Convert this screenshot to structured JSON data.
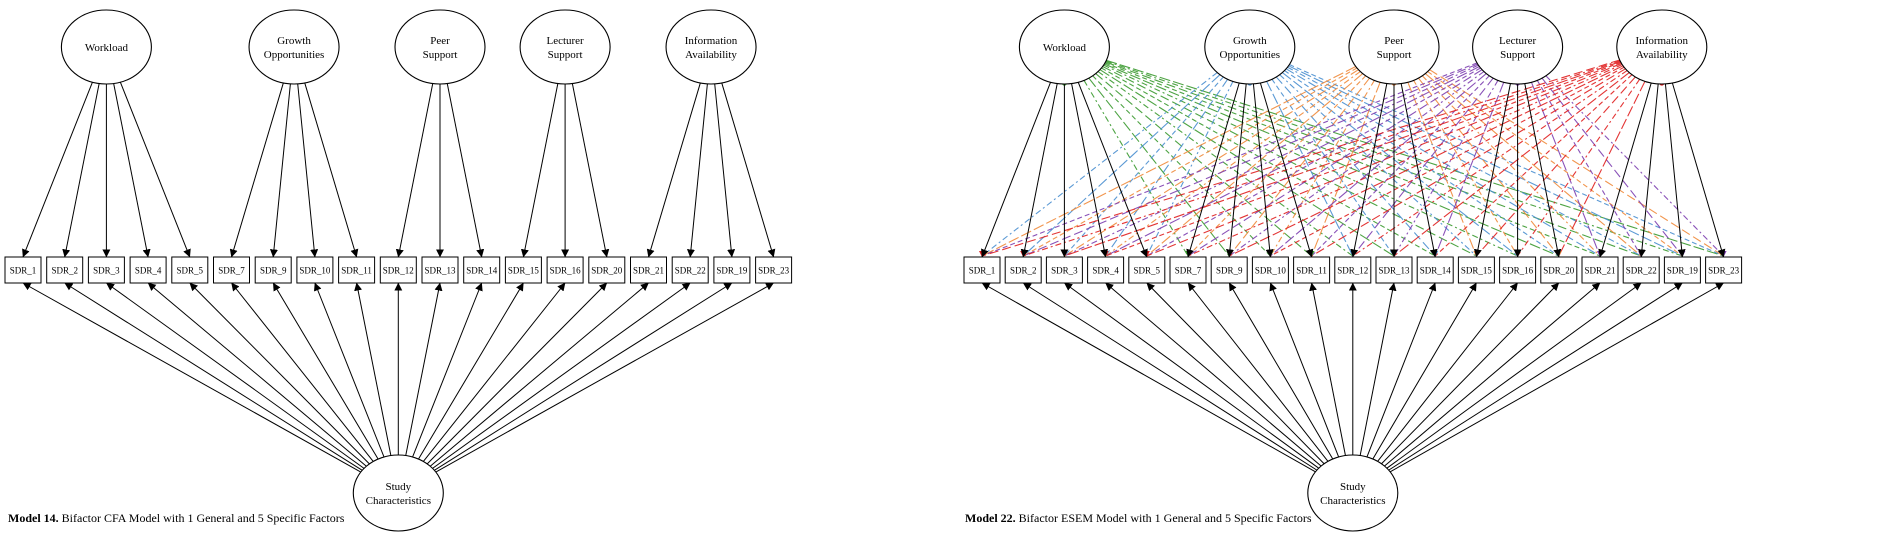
{
  "colors": {
    "workload": "#3a9a2f",
    "growth": "#4a8fd0",
    "peer": "#f08a3a",
    "lecturer": "#7d3fb0",
    "information": "#e02020",
    "cross_extra": "#f2b46a"
  },
  "specific_factors": [
    {
      "key": "workload",
      "lines": [
        "Workload"
      ]
    },
    {
      "key": "growth",
      "lines": [
        "Growth",
        "Opportunities"
      ]
    },
    {
      "key": "peer",
      "lines": [
        "Peer",
        "Support"
      ]
    },
    {
      "key": "lecturer",
      "lines": [
        "Lecturer",
        "Support"
      ]
    },
    {
      "key": "information",
      "lines": [
        "Information",
        "Availability"
      ]
    }
  ],
  "general_factor": {
    "lines": [
      "Study",
      "Characteristics"
    ]
  },
  "indicators": [
    {
      "label": "SDR_1",
      "factor": 0
    },
    {
      "label": "SDR_2",
      "factor": 0
    },
    {
      "label": "SDR_3",
      "factor": 0
    },
    {
      "label": "SDR_4",
      "factor": 0
    },
    {
      "label": "SDR_5",
      "factor": 0
    },
    {
      "label": "SDR_7",
      "factor": 1
    },
    {
      "label": "SDR_9",
      "factor": 1
    },
    {
      "label": "SDR_10",
      "factor": 1
    },
    {
      "label": "SDR_11",
      "factor": 1
    },
    {
      "label": "SDR_12",
      "factor": 2
    },
    {
      "label": "SDR_13",
      "factor": 2
    },
    {
      "label": "SDR_14",
      "factor": 2
    },
    {
      "label": "SDR_15",
      "factor": 3
    },
    {
      "label": "SDR_16",
      "factor": 3
    },
    {
      "label": "SDR_20",
      "factor": 3
    },
    {
      "label": "SDR_21",
      "factor": 4
    },
    {
      "label": "SDR_22",
      "factor": 4
    },
    {
      "label": "SDR_19",
      "factor": 4
    },
    {
      "label": "SDR_23",
      "factor": 4
    }
  ],
  "models": [
    {
      "id": "model14",
      "caption_bold": "Model 14.",
      "caption_text": " Bifactor CFA Model with 1 General and 5 Specific Factors",
      "cross_loadings": false
    },
    {
      "id": "model22",
      "caption_bold": "Model 22.",
      "caption_text": " Bifactor ESEM Model with 1 General and 5 Specific Factors",
      "cross_loadings": true
    }
  ]
}
